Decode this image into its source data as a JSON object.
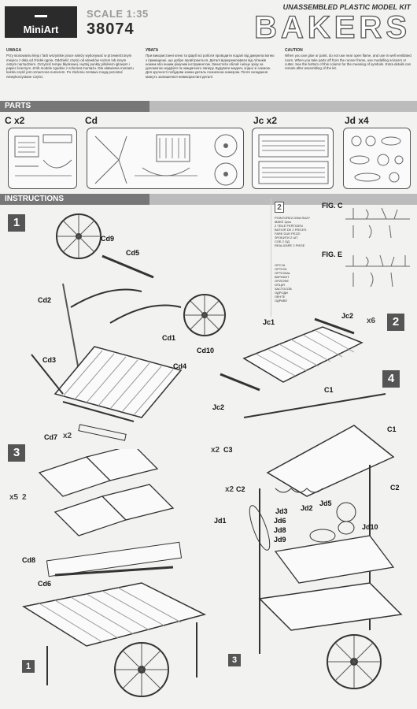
{
  "header": {
    "logo": "MiniArt",
    "scale": "SCALE 1:35",
    "kit_number": "38074",
    "subtitle": "UNASSEMBLED PLASTIC MODEL KIT",
    "title": "BAKERS"
  },
  "warnings": {
    "pl_title": "UWAGA",
    "pl_text": "Przy stosowaniu kleju i farb wszystkie prace należy wykonywać w przewietrzonym miejscu z dala od źródeł ognia. Oddzielić części od wlewków nożem lub innym ostrym narzędziem. Oczyścić tempe błyskowej i wytnij punkty pilnikiem iglowym i papier ściernym. Zrób modele zgodnie z schemat montażu. Dla ułatwienia montażu każda część jest oznaczona numerem. Po złożeniu zestawu mogą pozostać niewykorzystane części.",
    "ua_title": "УВАГА",
    "ua_text": "При використанні клею та фарб всі роботи проводити подалі від джерела вогню з приміщенні, що добре провітрюється. Деталі відокремлювати від літників ножем або іншим ріжучим інструментом. Зачистити облой і місце зрізу за допомогою надфіля та наждачного паперу. Будувати модель згідно зі схемою. Для зручності побудови кожна деталь позначена номером. Після складання можуть залишитися невикористані деталі.",
    "en_title": "CAUTION",
    "en_text": "When you use glue or paint, do not use near open flame, and use in well ventilated room. When you take parts off from the runner frame, use modelling scissors or cutter. See the bottom of this column for the meaning of symbols. Extra details can remain after assembling of the kit."
  },
  "parts": {
    "bar": "PARTS",
    "sprues": [
      {
        "label": "C x2"
      },
      {
        "label": "Cd"
      },
      {
        "label": "Jc x2"
      },
      {
        "label": "Jd x4"
      }
    ]
  },
  "instructions": {
    "bar": "INSTRUCTIONS",
    "legend": {
      "lines": [
        "POINTOREZ DWA RAZY",
        "MAKE 2pcs",
        "2 TEILE FERTIGEN",
        "BATIOR DE 2 PIECES",
        "FARE DUE PEZZI",
        "ЗРОБИТИ 2 ШТ.",
        "СОБ 2 ОД",
        "REALIZARE 2 PIESE"
      ],
      "opt_lines": [
        "OPCJA",
        "OPTION",
        "OPTIONAL",
        "ВАРИАНТ",
        "OPZIONE",
        "ОПЦІЯ",
        "ЗАСТОСОВ",
        "ОДРОДИ",
        "ЛЕНТЕ",
        "ОДРАВЕ"
      ],
      "fig_c": "FIG. C",
      "fig_e": "FIG. E",
      "two": "2"
    },
    "step1": {
      "num": "1",
      "labels": [
        "Cd9",
        "Cd5",
        "Cd2",
        "Cd1",
        "Cd10",
        "Cd3",
        "Cd4",
        "Cd7"
      ],
      "mult": "x2"
    },
    "step2": {
      "num": "2",
      "labels": [
        "Jc1",
        "Jc2",
        "Jc2"
      ],
      "mult": "x6"
    },
    "step3": {
      "num": "3",
      "labels": [
        "Cd8",
        "Cd6",
        "1"
      ],
      "mult": "x5",
      "sub": "2"
    },
    "step4": {
      "num": "4",
      "labels": [
        "C1",
        "C1",
        "C3",
        "C2",
        "C2",
        "Jd3",
        "Jd2",
        "Jd5",
        "Jd1",
        "Jd6",
        "Jd8",
        "Jd9",
        "Jd10",
        "3"
      ],
      "mult_c3": "x2",
      "mult_c2": "x2"
    }
  }
}
